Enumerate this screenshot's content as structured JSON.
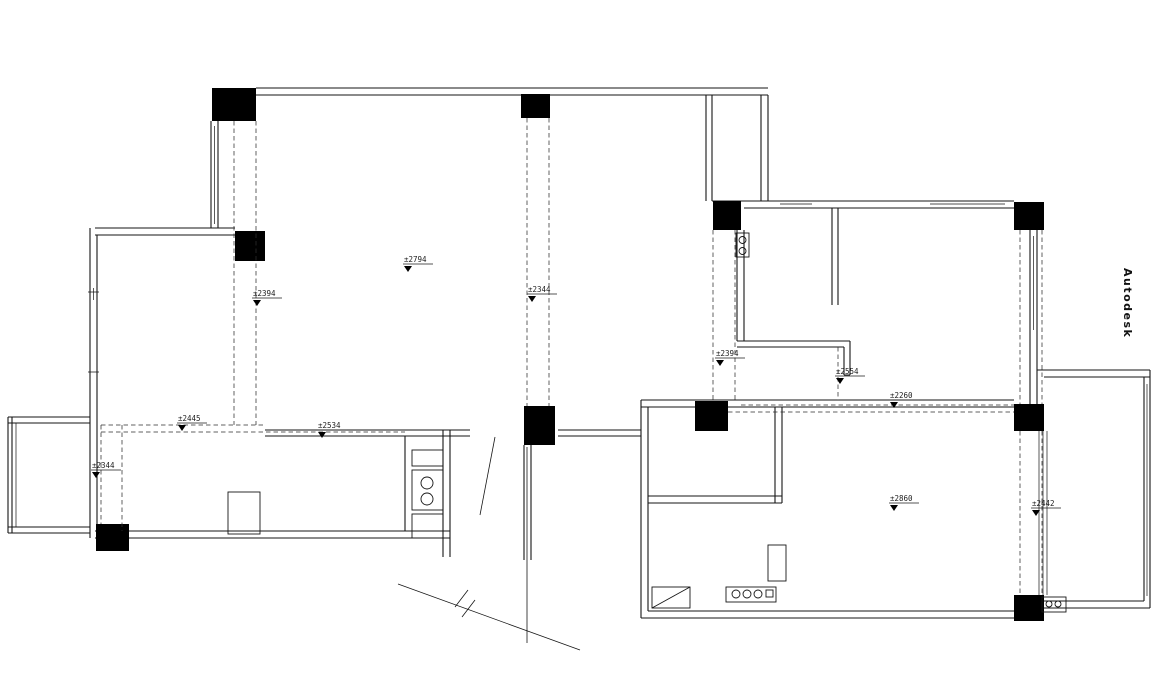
{
  "watermark": {
    "text": "Autodesk"
  },
  "annotations": [
    "±2794",
    "±2394",
    "±2344",
    "±2445",
    "±2534",
    "±2344",
    "±2394",
    "±2554",
    "±2260",
    "±2860",
    "±2442"
  ],
  "colors": {
    "line": "#161616",
    "dashed": "#2e2e2e",
    "background": "#ffffff",
    "column_fill": "#000000"
  }
}
